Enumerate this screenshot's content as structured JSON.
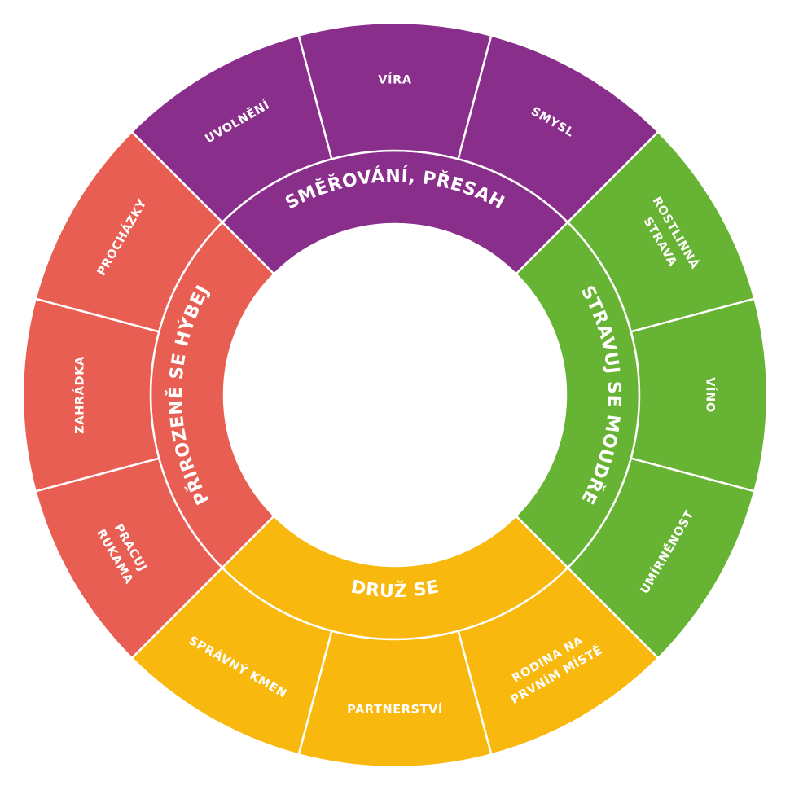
{
  "diagram": {
    "categories": [
      {
        "name": "SMĚŘOVÁNÍ, PŘESAH",
        "color": "#8a2e8b",
        "items": [
          [
            "UVOLNĚNÍ"
          ],
          [
            "VÍRA"
          ],
          [
            "SMYSL"
          ]
        ]
      },
      {
        "name": "STRAVUJ SE MOUDŘE",
        "color": "#67b333",
        "items": [
          [
            "ROSTLINNÁ",
            "STRAVA"
          ],
          [
            "VÍNO"
          ],
          [
            "UMÍRNĚNOST"
          ]
        ]
      },
      {
        "name": "DRUŽ SE",
        "color": "#f9b80e",
        "items": [
          [
            "RODINA NA",
            "PRVNÍM MÍSTĚ"
          ],
          [
            "PARTNERSTVÍ"
          ],
          [
            "SPRÁVNÝ KMEN"
          ]
        ]
      },
      {
        "name": "PŘIROZENĚ SE HÝBEJ",
        "color": "#e95e53",
        "items": [
          [
            "PRACUJ",
            "RUKAMA"
          ],
          [
            "ZAHRÁDKA"
          ],
          [
            "PROCHÁZKY"
          ]
        ]
      }
    ]
  }
}
